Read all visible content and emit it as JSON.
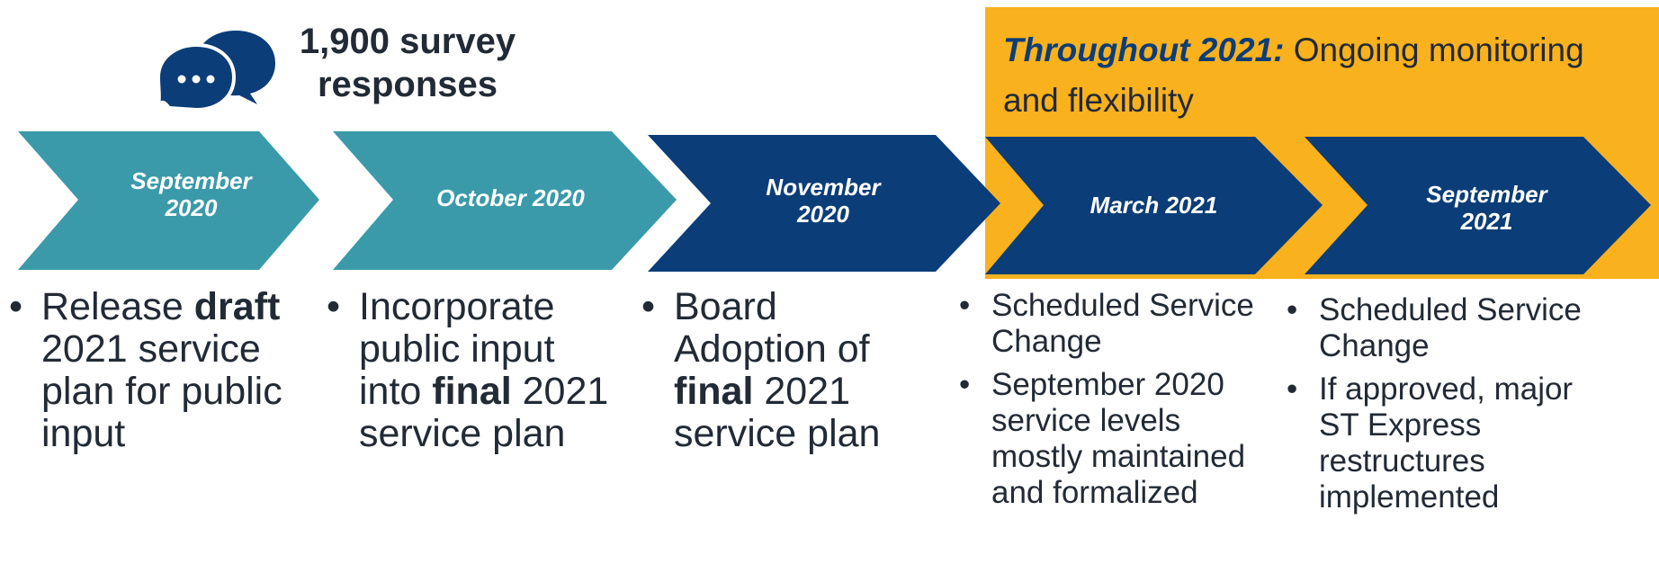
{
  "survey_callout": {
    "text": "1,900 survey responses",
    "icon": "chat-bubbles-icon"
  },
  "throughout_banner": {
    "emphasis": "Throughout 2021:",
    "text": " Ongoing monitoring and flexibility"
  },
  "stages": [
    {
      "label": "September 2020",
      "notes": [
        [
          {
            "t": "Release "
          },
          {
            "t": "draft",
            "b": true
          },
          {
            "t": " 2021 service plan for public input"
          }
        ]
      ]
    },
    {
      "label": "October 2020",
      "notes": [
        [
          {
            "t": "Incorporate public input into "
          },
          {
            "t": "final",
            "b": true
          },
          {
            "t": " 2021 service plan"
          }
        ]
      ]
    },
    {
      "label": "November 2020",
      "notes": [
        [
          {
            "t": "Board Adoption of "
          },
          {
            "t": "final",
            "b": true
          },
          {
            "t": " 2021 service plan"
          }
        ]
      ]
    },
    {
      "label": "March 2021",
      "notes": [
        [
          {
            "t": "Scheduled Service Change"
          }
        ],
        [
          {
            "t": "September 2020 service levels mostly maintained and formalized"
          }
        ]
      ]
    },
    {
      "label": "September 2021",
      "notes": [
        [
          {
            "t": "Scheduled Service Change"
          }
        ],
        [
          {
            "t": "If approved, major ST Express restructures implemented"
          }
        ]
      ]
    }
  ],
  "colors": {
    "teal": "#3a9aaa",
    "navy": "#0b3d78",
    "gold": "#f9b11d",
    "text": "#222a35",
    "white": "#ffffff"
  }
}
